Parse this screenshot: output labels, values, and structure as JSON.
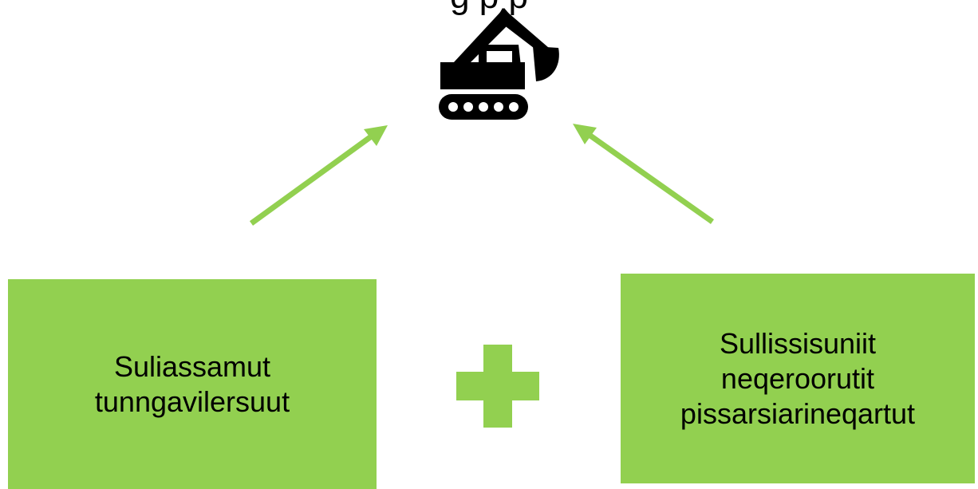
{
  "header": {
    "title_partial": "g p p"
  },
  "icon": {
    "name": "excavator-icon"
  },
  "left_box": {
    "text": "Suliassamut\ntunngavilersuut"
  },
  "right_box": {
    "text": "Sullissisuniit\nneqeroorutit\npissarsiarineqartut"
  },
  "connector": {
    "symbol": "plus-icon"
  },
  "colors": {
    "accent": "#92d050",
    "icon": "#000000",
    "text": "#000000"
  }
}
